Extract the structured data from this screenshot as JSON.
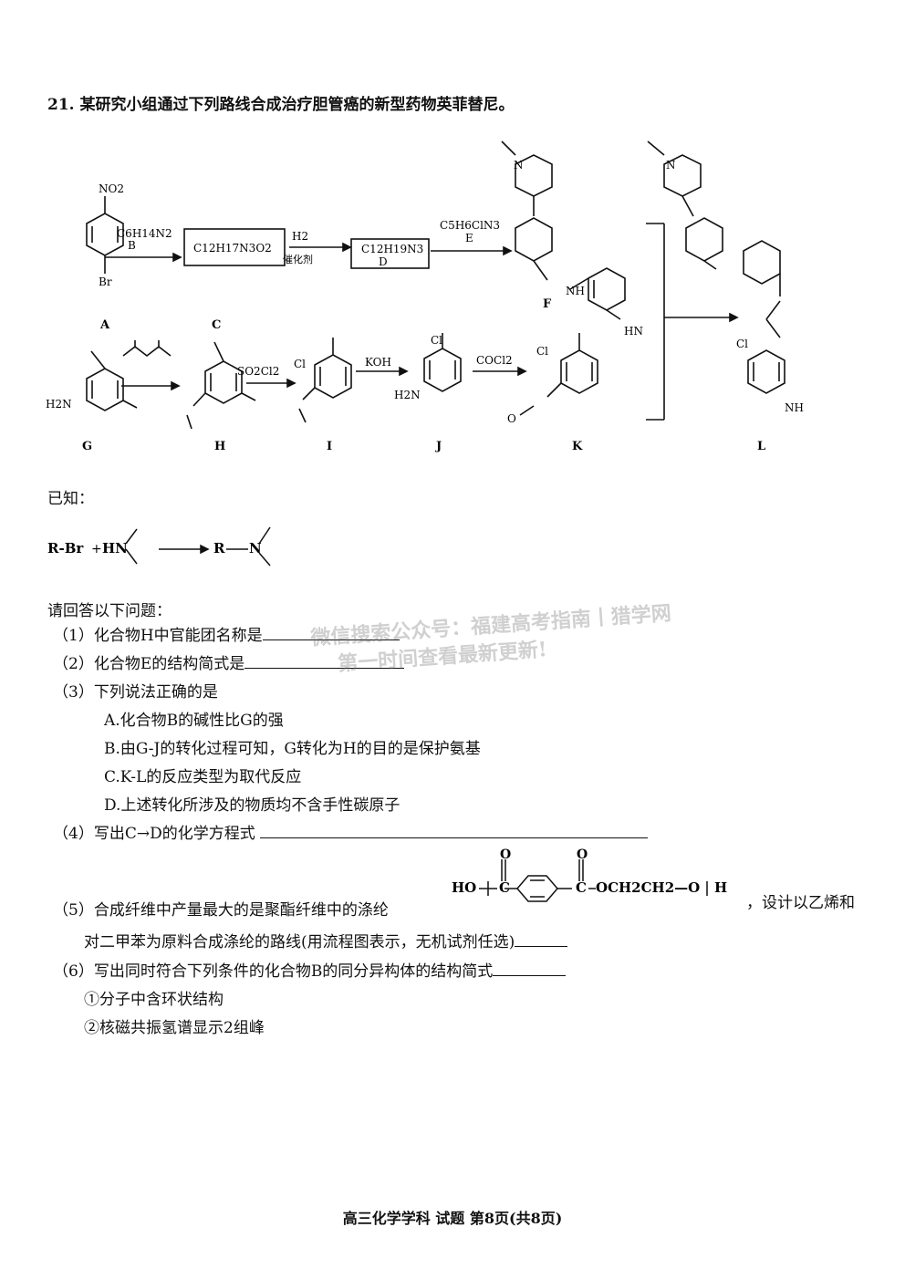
{
  "question": {
    "number_title": "21. 某研究小组通过下列路线合成治疗胆管癌的新型药物英菲替尼。"
  },
  "scheme": {
    "labels": {
      "A": "A",
      "B": "B",
      "C": "C",
      "D": "D",
      "E": "E",
      "F": "F",
      "G": "G",
      "H": "H",
      "I": "I",
      "J": "J",
      "K": "K",
      "L": "L"
    },
    "reagents": {
      "B_formula": "C6H14N2",
      "C_formula": "C12H17N3O2",
      "H2": "H2",
      "catalyst": "催化剂",
      "D_formula": "C12H19N3",
      "E_formula": "C5H6ClN3",
      "acetic_anhydride": "",
      "SO2Cl2": "SO2Cl2",
      "KOH": "KOH",
      "COCl2": "COCl2"
    },
    "atoms": {
      "NO2": "NO2",
      "Br": "Br",
      "N": "N",
      "NH": "NH",
      "HN": "HN",
      "H2N": "H2N",
      "Cl": "Cl",
      "O": "O",
      "C": "C"
    }
  },
  "known": {
    "title": "已知：",
    "reaction_left": "R-Br",
    "plus": "+",
    "amine": "HN",
    "product_R": "R",
    "product_N": "N"
  },
  "questions_intro": "请回答以下问题：",
  "q1": "（1）化合物H中官能团名称是",
  "q2": "（2）化合物E的结构简式是",
  "q3": "（3）下列说法正确的是",
  "q3_options": [
    "A.化合物B的碱性比G的强",
    "B.由G-J的转化过程可知，G转化为H的目的是保护氨基",
    "C.K-L的反应类型为取代反应",
    "D.上述转化所涉及的物质均不含手性碳原子"
  ],
  "q4": "（4）写出C→D的化学方程式",
  "q5_part1": "（5）合成纤维中产量最大的是聚酯纤维中的涤纶",
  "q5_polymer_left": "HO",
  "q5_polymer_right": "OCH2CH2—O",
  "q5_polymer_end": "H",
  "q5_part2": "，设计以乙烯和",
  "q5_part3": "对二甲苯为原料合成涤纶的路线(用流程图表示，无机试剂任选)",
  "q6": "（6）写出同时符合下列条件的化合物B的同分异构体的结构简式",
  "q6_conditions": [
    "①分子中含环状结构",
    "②核磁共振氢谱显示2组峰"
  ],
  "watermark1": "微信搜索公众号：福建高考指南丨猎学网",
  "watermark2": "第一时间查看最新更新!",
  "footer": "高三化学学科 试题 第8页(共8页)"
}
